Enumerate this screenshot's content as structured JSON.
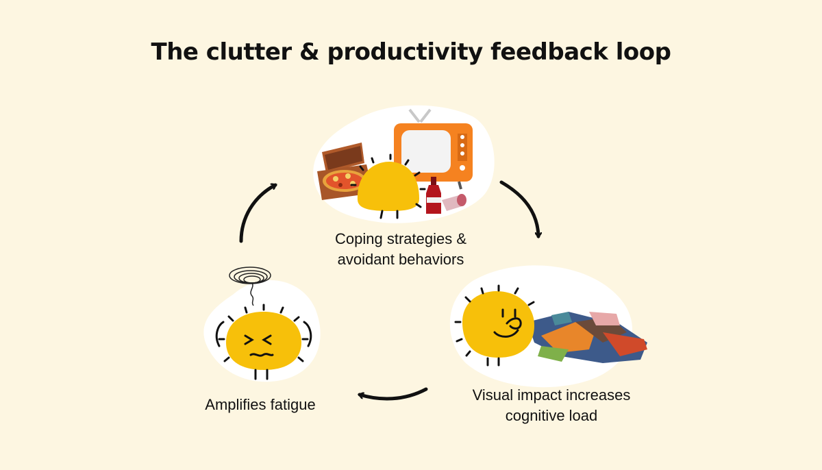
{
  "title": "The clutter & productivity feedback loop",
  "stages": [
    {
      "label": "Coping strategies & avoidant behaviors",
      "line1": "Coping strategies &",
      "line2": "avoidant behaviors",
      "illustration": "character-with-pizza-tv-soda-icon"
    },
    {
      "label": "Visual impact increases cognitive load",
      "line1": "Visual impact increases",
      "line2": "cognitive load",
      "illustration": "character-with-clothes-pile-icon"
    },
    {
      "label": "Amplifies fatigue",
      "line1": "Amplifies fatigue",
      "illustration": "dizzy-character-icon"
    }
  ],
  "colors": {
    "background": "#fdf6e1",
    "character": "#f7c00a",
    "blob": "#ffffff",
    "arrow": "#111111",
    "tv": "#f58220"
  }
}
